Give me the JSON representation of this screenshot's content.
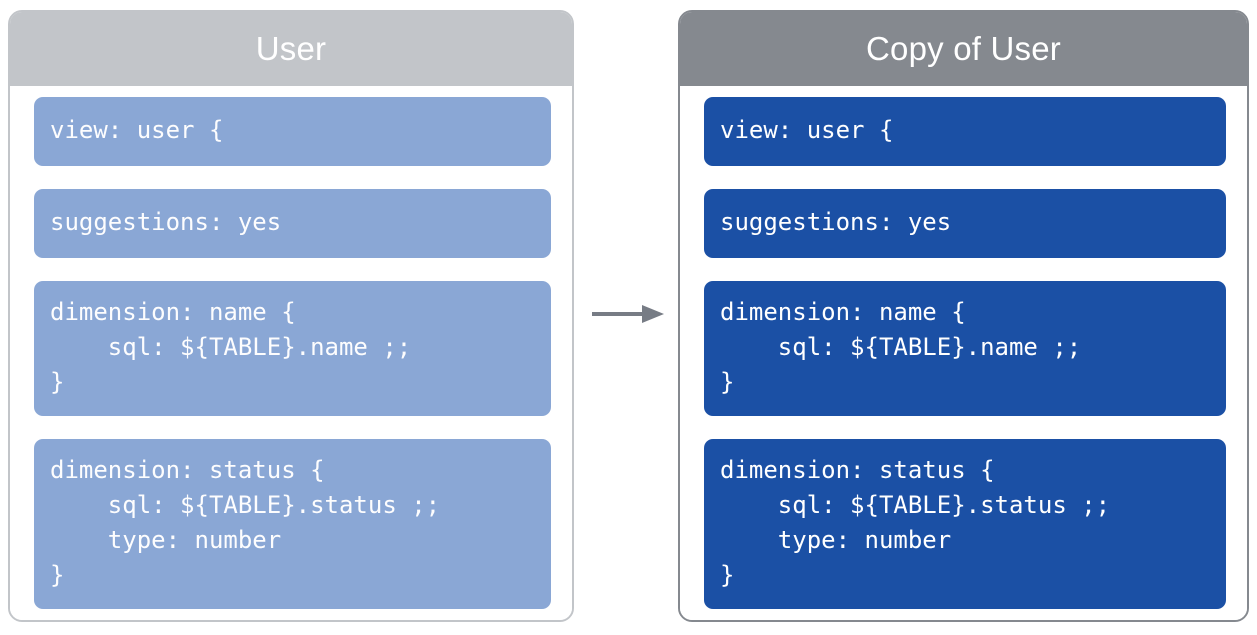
{
  "diagram": {
    "title_source": "User",
    "title_copy": "Copy of User",
    "arrow_label": "",
    "arrow_direction": "right",
    "colors": {
      "source_header": "#c2c5c9",
      "source_block": "#8aa7d5",
      "source_border": "#c2c5c9",
      "copy_header": "#85898f",
      "copy_block": "#1b50a5",
      "copy_border": "#85898f",
      "arrow": "#777c85",
      "text_on_block": "#ffffff"
    }
  },
  "source_panel": {
    "title": "User",
    "blocks": [
      {
        "id": "view",
        "code": "view: user {"
      },
      {
        "id": "suggestions",
        "code": "suggestions: yes"
      },
      {
        "id": "dimension-name",
        "code": "dimension: name {\n    sql: ${TABLE}.name ;;\n}"
      },
      {
        "id": "dimension-status",
        "code": "dimension: status {\n    sql: ${TABLE}.status ;;\n    type: number\n}"
      }
    ]
  },
  "copy_panel": {
    "title": "Copy of User",
    "blocks": [
      {
        "id": "view",
        "code": "view: user {"
      },
      {
        "id": "suggestions",
        "code": "suggestions: yes"
      },
      {
        "id": "dimension-name",
        "code": "dimension: name {\n    sql: ${TABLE}.name ;;\n}"
      },
      {
        "id": "dimension-status",
        "code": "dimension: status {\n    sql: ${TABLE}.status ;;\n    type: number\n}"
      }
    ]
  }
}
